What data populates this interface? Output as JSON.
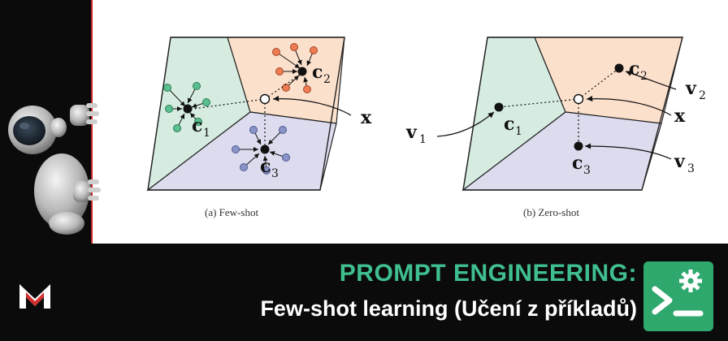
{
  "figure": {
    "few_shot": {
      "caption": "(a) Few-shot",
      "labels": {
        "c1": "c",
        "c1_sub": "1",
        "c2": "c",
        "c2_sub": "2",
        "c3": "c",
        "c3_sub": "3",
        "x": "x"
      }
    },
    "zero_shot": {
      "caption": "(b) Zero-shot",
      "labels": {
        "c1": "c",
        "c1_sub": "1",
        "c2": "c",
        "c2_sub": "2",
        "c3": "c",
        "c3_sub": "3",
        "x": "x",
        "v1": "v",
        "v1_sub": "1",
        "v2": "v",
        "v2_sub": "2",
        "v3": "v",
        "v3_sub": "3"
      }
    },
    "colors": {
      "region_green": "#d6ece0",
      "region_orange": "#fbe0cc",
      "region_blue": "#dcdcee",
      "support_green": "#5cbf8f",
      "support_orange": "#ee7b52",
      "support_blue": "#8a93c6"
    }
  },
  "banner": {
    "title": "PROMPT ENGINEERING:",
    "subtitle": "Few-shot learning (Učení z příkladů)",
    "title_color": "#3fbf8f",
    "subtitle_color": "#ffffff"
  },
  "icons": {
    "logo": "m-logo-icon",
    "terminal": "terminal-settings-icon",
    "mascot": "robot-mascot-icon"
  }
}
